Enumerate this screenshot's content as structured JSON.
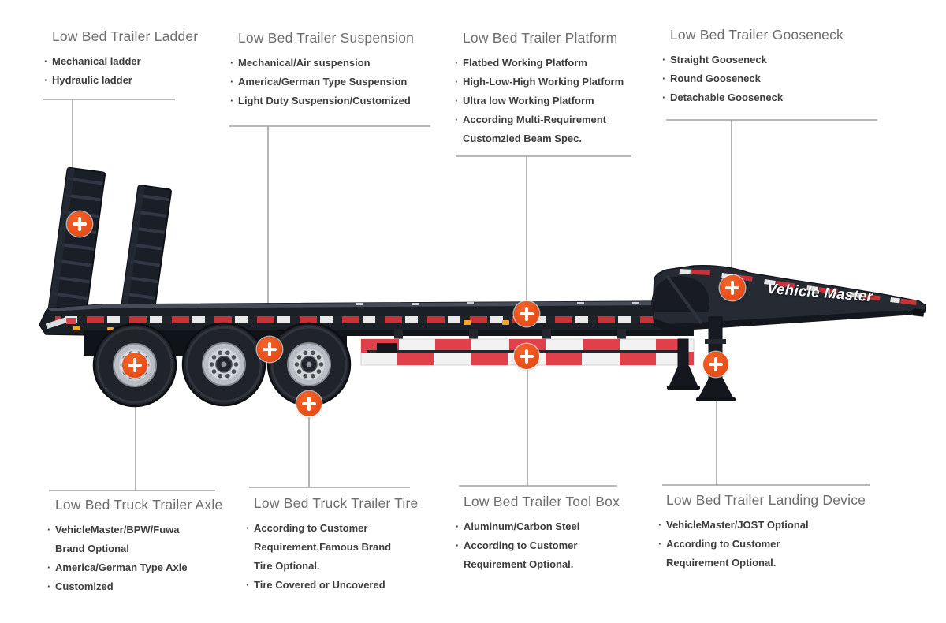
{
  "brand": {
    "logo_text": "Vehicle Master"
  },
  "colors": {
    "accent_marker": "#E8470F",
    "stripe_red": "#D83840",
    "body_dark": "#1B1F26"
  },
  "callouts": {
    "ladder": {
      "title": "Low Bed Trailer Ladder",
      "items": [
        {
          "b": "·",
          "t": "Mechanical ladder"
        },
        {
          "b": "·",
          "t": "Hydraulic ladder"
        }
      ]
    },
    "suspension": {
      "title": "Low Bed Trailer Suspension",
      "items": [
        {
          "b": "·",
          "t": "Mechanical/Air suspension"
        },
        {
          "b": "·",
          "t": "America/German Type Suspension"
        },
        {
          "b": "·",
          "t": "Light Duty Suspension/Customized"
        }
      ]
    },
    "platform": {
      "title": "Low Bed Trailer Platform",
      "items": [
        {
          "b": "·",
          "t": "Flatbed Working Platform"
        },
        {
          "b": "·",
          "t": "High-Low-High Working Platform"
        },
        {
          "b": "·",
          "t": "Ultra low Working Platform"
        },
        {
          "b": "·",
          "t": "According Multi-Requirement"
        },
        {
          "b": "",
          "t": "Customzied Beam Spec."
        }
      ]
    },
    "gooseneck": {
      "title": "Low Bed Trailer Gooseneck",
      "items": [
        {
          "b": "·",
          "t": "Straight Gooseneck"
        },
        {
          "b": "·",
          "t": "Round Gooseneck"
        },
        {
          "b": "·",
          "t": "Detachable Gooseneck"
        }
      ]
    },
    "axle": {
      "title": "Low Bed Truck Trailer Axle",
      "items": [
        {
          "b": "·",
          "t": "VehicleMaster/BPW/Fuwa"
        },
        {
          "b": "",
          "t": "Brand Optional"
        },
        {
          "b": "·",
          "t": "America/German Type Axle"
        },
        {
          "b": "·",
          "t": "Customized"
        }
      ]
    },
    "tire": {
      "title": "Low Bed Truck Trailer Tire",
      "items": [
        {
          "b": "·",
          "t": "According to Customer"
        },
        {
          "b": "",
          "t": "Requirement,Famous Brand"
        },
        {
          "b": "",
          "t": "Tire Optional."
        },
        {
          "b": "·",
          "t": "Tire Covered or Uncovered"
        }
      ]
    },
    "toolbox": {
      "title": "Low Bed Trailer Tool Box",
      "items": [
        {
          "b": "·",
          "t": "Aluminum/Carbon Steel"
        },
        {
          "b": "·",
          "t": "According to Customer"
        },
        {
          "b": "",
          "t": "Requirement Optional."
        }
      ]
    },
    "landing": {
      "title": "Low Bed Trailer Landing Device",
      "items": [
        {
          "b": "·",
          "t": "VehicleMaster/JOST Optional"
        },
        {
          "b": "·",
          "t": "According to Customer"
        },
        {
          "b": "",
          "t": "Requirement Optional."
        }
      ]
    }
  }
}
